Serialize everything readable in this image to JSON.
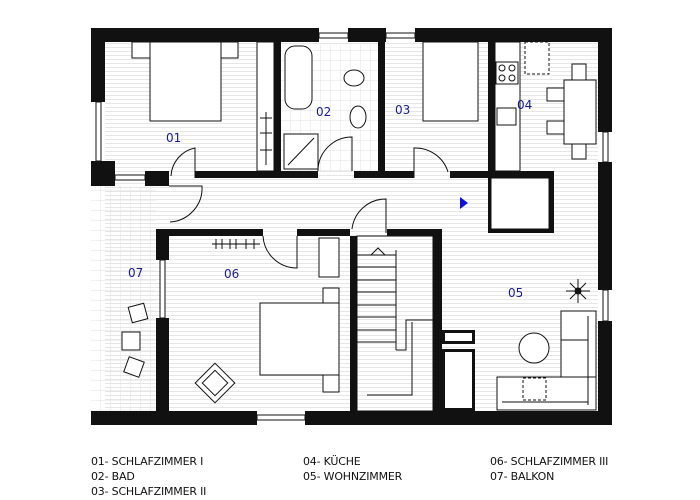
{
  "colors": {
    "wall": "#111111",
    "label": "#1a1a8c",
    "floor_lines": "#e4e4e4",
    "arrow": "#1010d0"
  },
  "rooms": [
    {
      "id": "01",
      "label": "01"
    },
    {
      "id": "02",
      "label": "02"
    },
    {
      "id": "03",
      "label": "03"
    },
    {
      "id": "04",
      "label": "04"
    },
    {
      "id": "05",
      "label": "05"
    },
    {
      "id": "06",
      "label": "06"
    },
    {
      "id": "07",
      "label": "07"
    }
  ],
  "legend": {
    "col1": [
      "01- SCHLAFZIMMER I",
      "02- BAD",
      "03- SCHLAFZIMMER II"
    ],
    "col2": [
      "04- KÜCHE",
      "05- WOHNZIMMER"
    ],
    "col3": [
      "06- SCHLAFZIMMER III",
      "07- BALKON"
    ]
  },
  "icons": {
    "position_marker": "triangle-right-icon"
  }
}
